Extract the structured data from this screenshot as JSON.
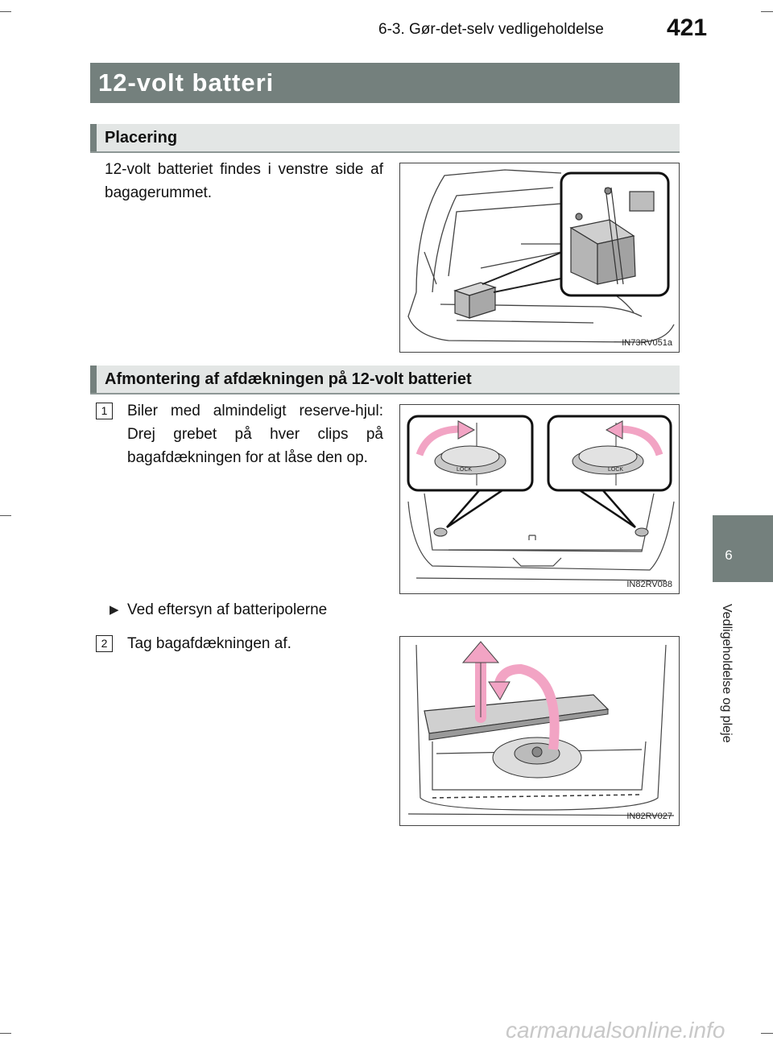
{
  "header": {
    "section": "6-3. Gør-det-selv vedligeholdelse",
    "page_number": "421"
  },
  "title": "12-volt batteri",
  "sections": {
    "placement": {
      "heading": "Placering",
      "text": "12-volt batteriet findes i venstre side af bagagerummet.",
      "figure_code": "IN73RV051a"
    },
    "cover_removal": {
      "heading": "Afmontering af afdækningen på 12-volt batteriet",
      "step1_number": "1",
      "step1_text": "Biler med almindeligt reserve-hjul: Drej grebet på hver clips på bagafdækningen for at låse den op.",
      "step1_figure_code": "IN82RV088",
      "lock_label": "LOCK",
      "bullet_text": "Ved eftersyn af batteripolerne",
      "step2_number": "2",
      "step2_text": "Tag bagafdækningen af.",
      "step2_figure_code": "IN82RV027"
    }
  },
  "side_tab": {
    "chapter_number": "6",
    "chapter_label": "Vedligeholdelse og pleje"
  },
  "watermark": "carmanualsonline.info",
  "colors": {
    "title_bar": "#74807d",
    "section_bg": "#e3e6e5",
    "arrow_pink": "#f2a4c4"
  }
}
